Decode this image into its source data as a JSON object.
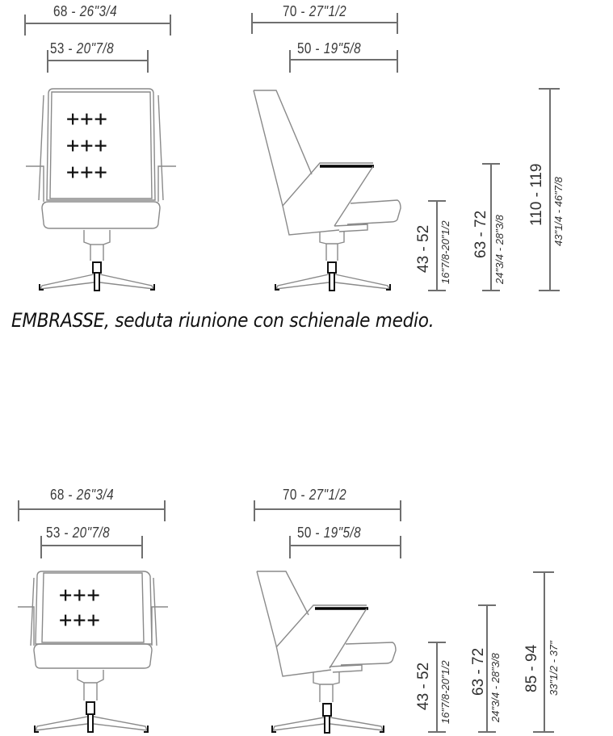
{
  "models": [
    {
      "id": "medium-back",
      "front_view": {
        "overall_width": {
          "cm": "68",
          "sep": " - ",
          "inch": "26\"3/4"
        },
        "seat_width": {
          "cm": "53",
          "sep": " - ",
          "inch": "20\"7/8"
        },
        "tufting": [
          "+++",
          "+++",
          "+++"
        ]
      },
      "side_view": {
        "overall_depth": {
          "cm": "70",
          "sep": " - ",
          "inch": "27\"1/2"
        },
        "seat_depth": {
          "cm": "50",
          "sep": " - ",
          "inch": "19\"5/8"
        }
      },
      "heights": [
        {
          "cm": "43 - 52",
          "inch": "16\"7/8-20\"1/2"
        },
        {
          "cm": "63 - 72",
          "inch": "24\"3/4 - 28\"3/8"
        },
        {
          "cm": "110 - 119",
          "inch": "43\"1/4 - 46\"7/8"
        }
      ],
      "caption": "EMBRASSE, seduta riunione con schienale medio."
    },
    {
      "id": "low-back",
      "front_view": {
        "overall_width": {
          "cm": "68",
          "sep": " - ",
          "inch": "26\"3/4"
        },
        "seat_width": {
          "cm": "53",
          "sep": " - ",
          "inch": "20\"7/8"
        },
        "tufting": [
          "+++",
          "+++"
        ]
      },
      "side_view": {
        "overall_depth": {
          "cm": "70",
          "sep": " - ",
          "inch": "27\"1/2"
        },
        "seat_depth": {
          "cm": "50",
          "sep": " - ",
          "inch": "19\"5/8"
        }
      },
      "heights": [
        {
          "cm": "43 - 52",
          "inch": "16\"7/8-20\"1/2"
        },
        {
          "cm": "63 - 72",
          "inch": "24\"3/4 - 28\"3/8"
        },
        {
          "cm": "85 - 94",
          "inch": "33\"1/2 - 37\""
        }
      ]
    }
  ],
  "colors": {
    "dimension_line": "#6f6f6f",
    "drawing_line": "#8a8a8a",
    "ink": "#111111"
  }
}
